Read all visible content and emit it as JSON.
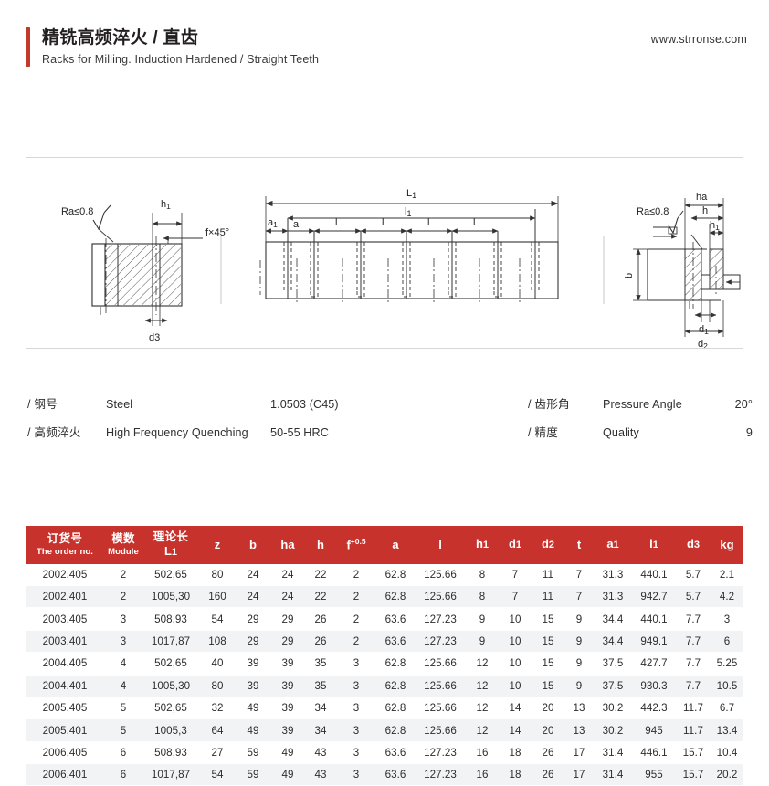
{
  "header": {
    "title_cn": "精铣高频淬火 / 直齿",
    "title_en": "Racks for Milling. Induction Hardened / Straight Teeth",
    "website": "www.strronse.com",
    "accent_color": "#c0392b"
  },
  "diagram": {
    "labels": {
      "ra": "Ra≤0.8",
      "h1": "h1",
      "f45": "f×45°",
      "d3": "d3",
      "L1": "L1",
      "l1": "l1",
      "a1": "a1",
      "a": "a",
      "l": "l",
      "ha": "ha",
      "h": "h",
      "b": "b",
      "d1": "d1",
      "d2": "d2"
    }
  },
  "specs": {
    "left": [
      {
        "label": "/ 钢号",
        "name": "Steel",
        "value": "1.0503 (C45)"
      },
      {
        "label": "/ 高频淬火",
        "name": "High Frequency Quenching",
        "value": "50-55 HRC"
      }
    ],
    "right": [
      {
        "label": "/ 齿形角",
        "name": "Pressure Angle",
        "value": "20°"
      },
      {
        "label": "/ 精度",
        "name": "Quality",
        "value": "9"
      }
    ]
  },
  "table": {
    "header_bg": "#c8322c",
    "columns": [
      {
        "cn": "订货号",
        "en": "The order no.",
        "sym": ""
      },
      {
        "cn": "模数",
        "en": "Module",
        "sym": ""
      },
      {
        "cn": "理论长",
        "en": "",
        "sym": "L1"
      },
      {
        "cn": "",
        "en": "",
        "sym": "z"
      },
      {
        "cn": "",
        "en": "",
        "sym": "b"
      },
      {
        "cn": "",
        "en": "",
        "sym": "ha"
      },
      {
        "cn": "",
        "en": "",
        "sym": "h"
      },
      {
        "cn": "",
        "en": "",
        "sym": "f",
        "sup": "+0.5"
      },
      {
        "cn": "",
        "en": "",
        "sym": "a"
      },
      {
        "cn": "",
        "en": "",
        "sym": "l"
      },
      {
        "cn": "",
        "en": "",
        "sym": "h1"
      },
      {
        "cn": "",
        "en": "",
        "sym": "d1"
      },
      {
        "cn": "",
        "en": "",
        "sym": "d2"
      },
      {
        "cn": "",
        "en": "",
        "sym": "t"
      },
      {
        "cn": "",
        "en": "",
        "sym": "a1"
      },
      {
        "cn": "",
        "en": "",
        "sym": "l1"
      },
      {
        "cn": "",
        "en": "",
        "sym": "d3"
      },
      {
        "cn": "",
        "en": "",
        "sym": "kg"
      }
    ],
    "rows": [
      [
        "2002.405",
        "2",
        "502,65",
        "80",
        "24",
        "24",
        "22",
        "2",
        "62.8",
        "125.66",
        "8",
        "7",
        "11",
        "7",
        "31.3",
        "440.1",
        "5.7",
        "2.1"
      ],
      [
        "2002.401",
        "2",
        "1005,30",
        "160",
        "24",
        "24",
        "22",
        "2",
        "62.8",
        "125.66",
        "8",
        "7",
        "11",
        "7",
        "31.3",
        "942.7",
        "5.7",
        "4.2"
      ],
      [
        "2003.405",
        "3",
        "508,93",
        "54",
        "29",
        "29",
        "26",
        "2",
        "63.6",
        "127.23",
        "9",
        "10",
        "15",
        "9",
        "34.4",
        "440.1",
        "7.7",
        "3"
      ],
      [
        "2003.401",
        "3",
        "1017,87",
        "108",
        "29",
        "29",
        "26",
        "2",
        "63.6",
        "127.23",
        "9",
        "10",
        "15",
        "9",
        "34.4",
        "949.1",
        "7.7",
        "6"
      ],
      [
        "2004.405",
        "4",
        "502,65",
        "40",
        "39",
        "39",
        "35",
        "3",
        "62.8",
        "125.66",
        "12",
        "10",
        "15",
        "9",
        "37.5",
        "427.7",
        "7.7",
        "5.25"
      ],
      [
        "2004.401",
        "4",
        "1005,30",
        "80",
        "39",
        "39",
        "35",
        "3",
        "62.8",
        "125.66",
        "12",
        "10",
        "15",
        "9",
        "37.5",
        "930.3",
        "7.7",
        "10.5"
      ],
      [
        "2005.405",
        "5",
        "502,65",
        "32",
        "49",
        "39",
        "34",
        "3",
        "62.8",
        "125.66",
        "12",
        "14",
        "20",
        "13",
        "30.2",
        "442.3",
        "11.7",
        "6.7"
      ],
      [
        "2005.401",
        "5",
        "1005,3",
        "64",
        "49",
        "39",
        "34",
        "3",
        "62.8",
        "125.66",
        "12",
        "14",
        "20",
        "13",
        "30.2",
        "945",
        "11.7",
        "13.4"
      ],
      [
        "2006.405",
        "6",
        "508,93",
        "27",
        "59",
        "49",
        "43",
        "3",
        "63.6",
        "127.23",
        "16",
        "18",
        "26",
        "17",
        "31.4",
        "446.1",
        "15.7",
        "10.4"
      ],
      [
        "2006.401",
        "6",
        "1017,87",
        "54",
        "59",
        "49",
        "43",
        "3",
        "63.6",
        "127.23",
        "16",
        "18",
        "26",
        "17",
        "31.4",
        "955",
        "15.7",
        "20.2"
      ]
    ]
  }
}
